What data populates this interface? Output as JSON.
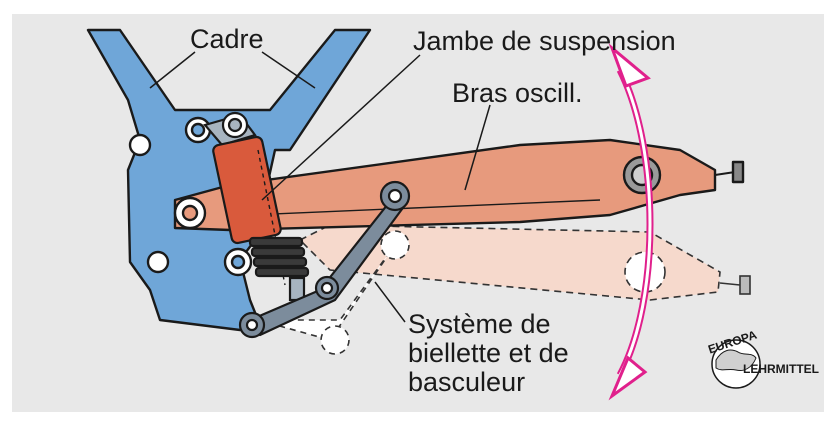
{
  "labels": {
    "frame": "Cadre",
    "shock": "Jambe de suspension",
    "swingarm": "Bras oscill.",
    "linkage_line1": "Système de",
    "linkage_line2": "biellette et de",
    "linkage_line3": "basculeur"
  },
  "logo": {
    "top": "EUROPA",
    "bottom": "LEHRMITTEL"
  },
  "colors": {
    "background": "#e8e8e8",
    "frame": "#6fa6d8",
    "shock_body": "#d95a3c",
    "swingarm": "#e79a7d",
    "swingarm_ghost": "#f6d9cc",
    "linkage": "#7c8c9c",
    "arrow": "#e0208c"
  },
  "icons": [
    "globe-icon",
    "double-arrow-icon"
  ]
}
